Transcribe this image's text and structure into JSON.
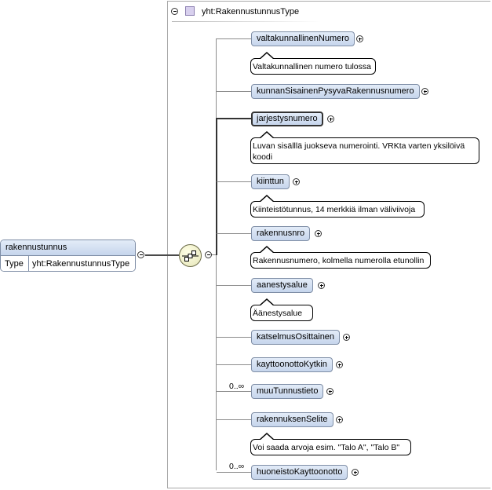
{
  "type_header": {
    "title": "yht:RakennustunnusType",
    "icon": "complex-type-icon"
  },
  "root": {
    "name": "rakennustunnus",
    "type_label": "Type",
    "type_value": "yht:RakennustunnusType"
  },
  "compositor": {
    "kind": "sequence",
    "icon": "sequence-icon"
  },
  "elements": [
    {
      "name": "valtakunnallinenNumero",
      "annotation": "Valtakunnallinen numero tulossa"
    },
    {
      "name": "kunnanSisainenPysyvaRakennusnumero"
    },
    {
      "name": "jarjestysnumero",
      "annotation_lines": [
        "Luvan sisälllä juokseva numerointi. VRKta varten yksilöivä",
        "koodi"
      ]
    },
    {
      "name": "kiinttun",
      "annotation": "Kiinteistötunnus, 14 merkkiä ilman väliviivoja"
    },
    {
      "name": "rakennusnro",
      "annotation": "Rakennusnumero, kolmella numerolla etunollin"
    },
    {
      "name": "aanestysalue",
      "annotation": "Äänestysalue"
    },
    {
      "name": "katselmusOsittainen"
    },
    {
      "name": "kayttoonottoKytkin"
    },
    {
      "name": "muuTunnustieto",
      "occurrence": "0..∞"
    },
    {
      "name": "rakennuksenSelite",
      "annotation": "Voi saada arvoja esim. \"Talo A\", \"Talo B\""
    },
    {
      "name": "huoneistoKayttoonotto",
      "occurrence": "0..∞"
    }
  ]
}
